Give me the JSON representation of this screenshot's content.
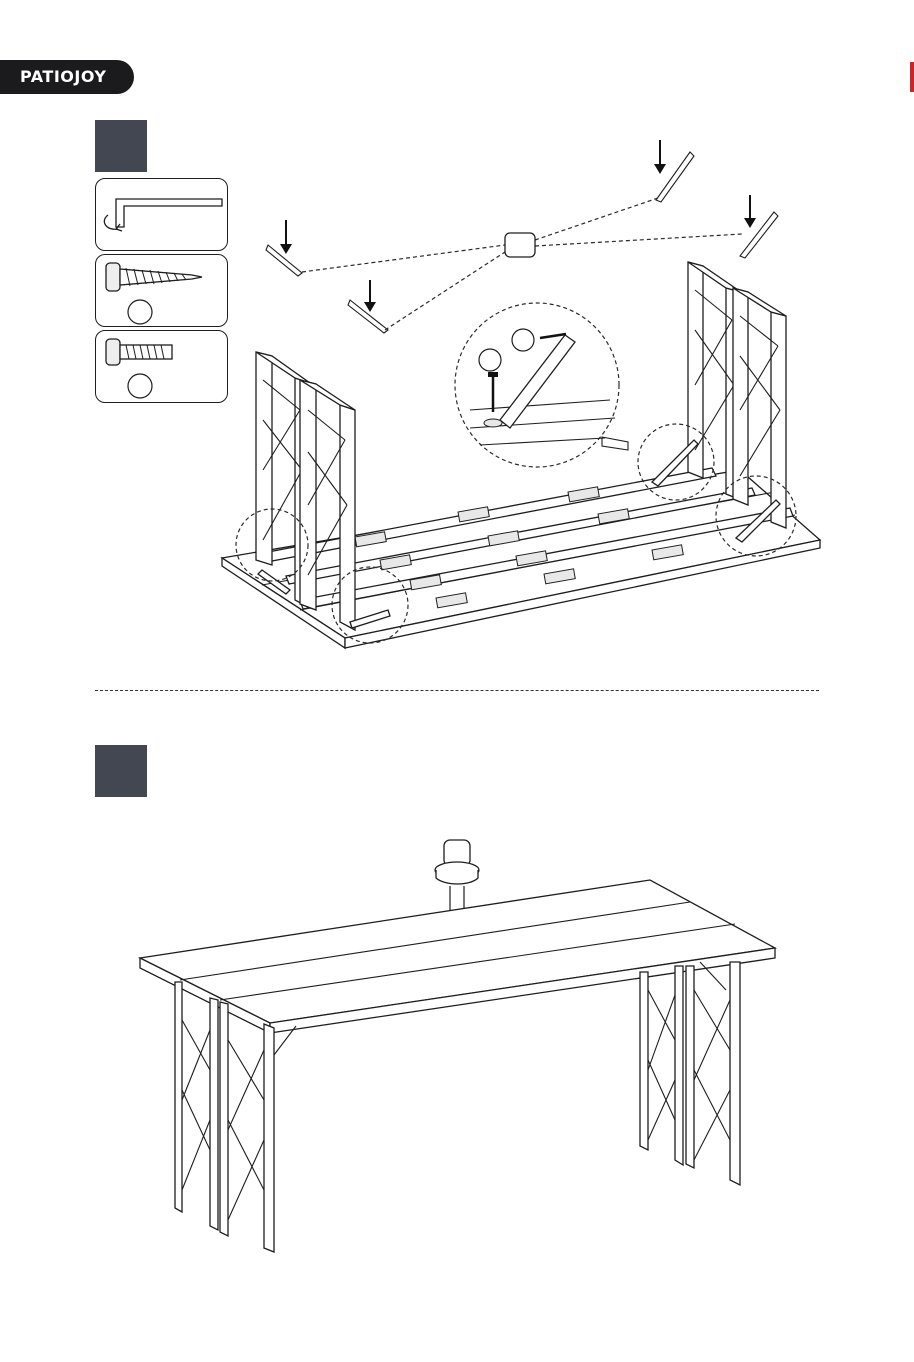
{
  "brand": {
    "logo_text": "PATIOJOY",
    "accent_color": "#c8262b",
    "dark_color": "#1b1b1d"
  },
  "steps": [
    {
      "box_color": "#434752",
      "tools": [
        {
          "icon": "allen-key-icon",
          "label": ""
        },
        {
          "icon": "wood-screw-icon",
          "label": ""
        },
        {
          "icon": "machine-bolt-icon",
          "label": ""
        }
      ],
      "figure": "table-upside-down-with-four-corner-brackets",
      "callout_label": "",
      "detail_labels": [
        "",
        ""
      ]
    },
    {
      "box_color": "#434752",
      "figure": "assembled-table-with-umbrella-hole-cap",
      "callout_label": ""
    }
  ]
}
